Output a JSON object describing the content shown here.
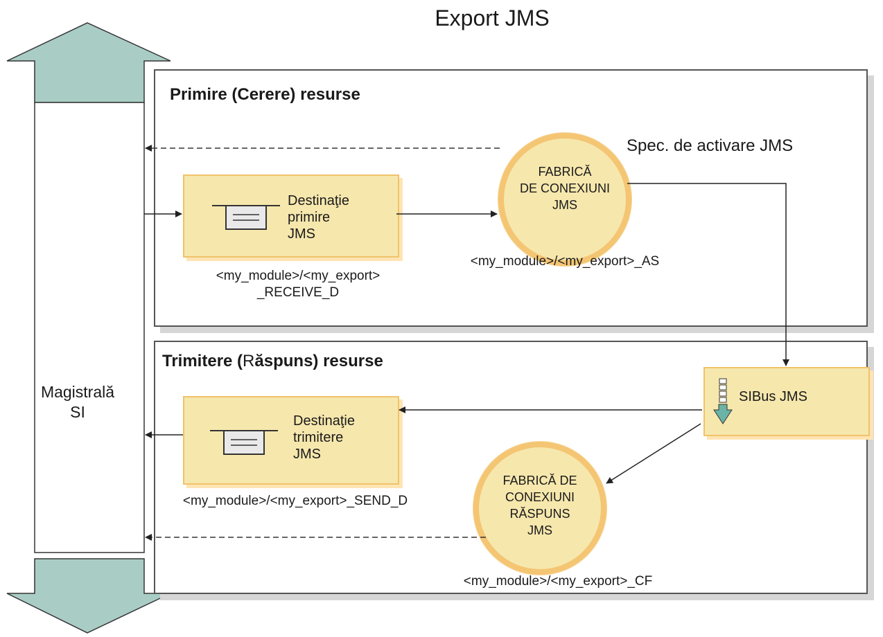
{
  "title": "Export JMS",
  "bus": {
    "label": "Magistrală\nSI"
  },
  "receive_panel": {
    "title": "Primire (Cerere) resurse",
    "destination": {
      "label": "Destinaţie\nprimire\nJMS",
      "jndi": "<my_module>/<my_export>\n_RECEIVE_D"
    },
    "factory": {
      "label": "FABRICĂ\nDE CONEXIUNI\nJMS",
      "jndi": "<my_module>/<my_export>_AS"
    },
    "spec_label": "Spec. de activare JMS"
  },
  "send_panel": {
    "title_parts": [
      "Trimitere (",
      "R",
      "ăspuns) resurse"
    ],
    "destination": {
      "label": "Destinaţie\ntrimitere\nJMS",
      "jndi": "<my_module>/<my_export>_SEND_D"
    },
    "factory": {
      "label": "FABRICĂ DE\nCONEXIUNI\nRĂSPUNS\nJMS",
      "jndi": "<my_module>/<my_export>_CF"
    },
    "sibus": {
      "label": "SIBus JMS"
    }
  },
  "colors": {
    "arrow_fill": "#a9cdc5",
    "box_fill": "#f6e7ad",
    "box_border": "#f0c26a",
    "circle_border": "#f4c573",
    "panel_border": "#555555",
    "panel_shadow": "#d6d6d6"
  }
}
